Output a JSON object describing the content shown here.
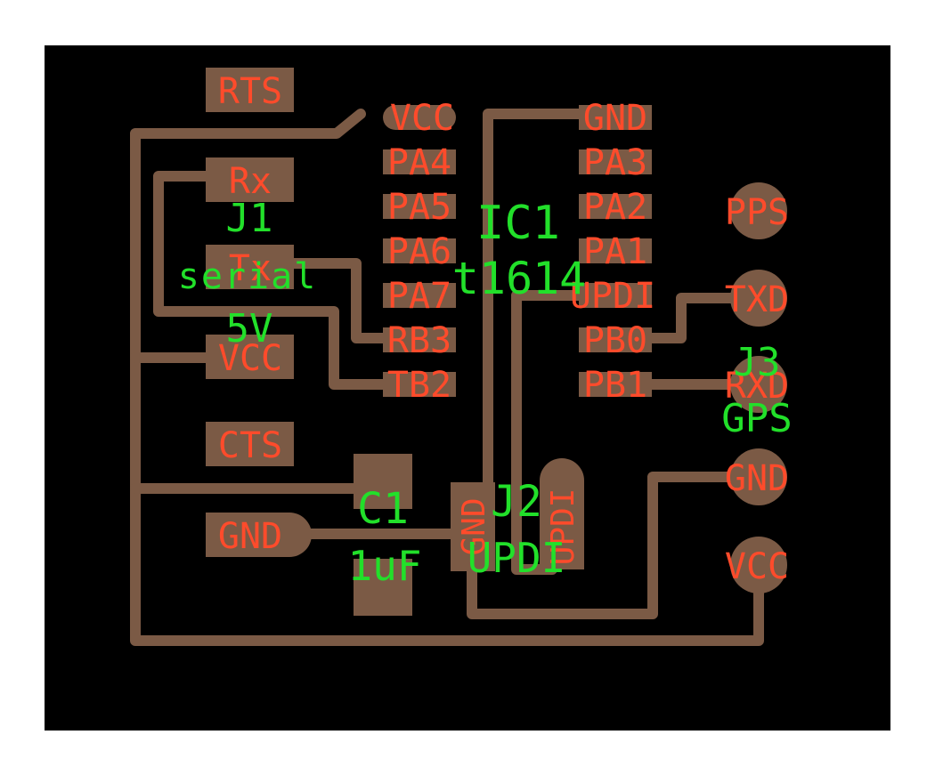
{
  "colors": {
    "board": "#000000",
    "copper": "#7b5a45",
    "pin_label": "#ff4b2b",
    "part_label": "#22e02a",
    "overlap_label": "#ffff33"
  },
  "j1": {
    "pins": [
      "RTS",
      "Rx",
      "Tx",
      "VCC",
      "CTS",
      "GND"
    ],
    "ref": "J1",
    "name": "serial",
    "voltage": "5V"
  },
  "ic1": {
    "left_pins": [
      "VCC",
      "PA4",
      "PA5",
      "PA6",
      "PA7",
      "RB3",
      "TB2"
    ],
    "right_pins": [
      "GND",
      "PA3",
      "PA2",
      "PA1",
      "UPDI",
      "PB0",
      "PB1"
    ],
    "ref": "IC1",
    "value": "t1614"
  },
  "j3": {
    "pins": [
      "PPS",
      "TXD",
      "RXD",
      "GND",
      "VCC"
    ],
    "ref": "J3",
    "name": "GPS"
  },
  "c1": {
    "ref": "C1",
    "value": "1uF"
  },
  "j2": {
    "pins": [
      "GND",
      "UPDI"
    ],
    "ref": "J2",
    "name": "UPDI"
  }
}
